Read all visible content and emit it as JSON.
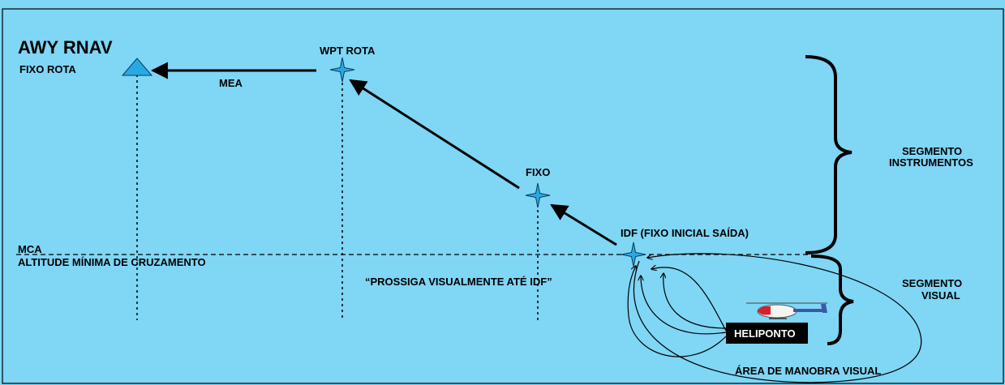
{
  "diagram": {
    "title": "AWY RNAV",
    "labels": {
      "fixo_rota": "FIXO ROTA",
      "wpt_rota": "WPT ROTA",
      "mea": "MEA",
      "fixo": "FIXO",
      "idf": "IDF (FIXO INICIAL SAÍDA)",
      "mca": "MCA",
      "mca_full": "ALTITUDE MÍNIMA DE CRUZAMENTO",
      "prossiga": "“PROSSIGA VISUALMENTE ATÉ IDF”",
      "seg_instr_1": "SEGMENTO",
      "seg_instr_2": "INSTRUMENTOS",
      "seg_vis_1": "SEGMENTO",
      "seg_vis_2": "VISUAL",
      "heliponto": "HELIPONTO",
      "area_manobra": "ÁREA DE MANOBRA VISUAL"
    },
    "colors": {
      "background": "#7fd6f5",
      "waypoint": "#29a9e3",
      "line": "#000000",
      "heliponto_box": "#000000",
      "heliponto_text": "#ffffff"
    },
    "icons": [
      "triangle-fix-icon",
      "four-point-star-waypoint-icon",
      "helicopter-icon"
    ]
  }
}
